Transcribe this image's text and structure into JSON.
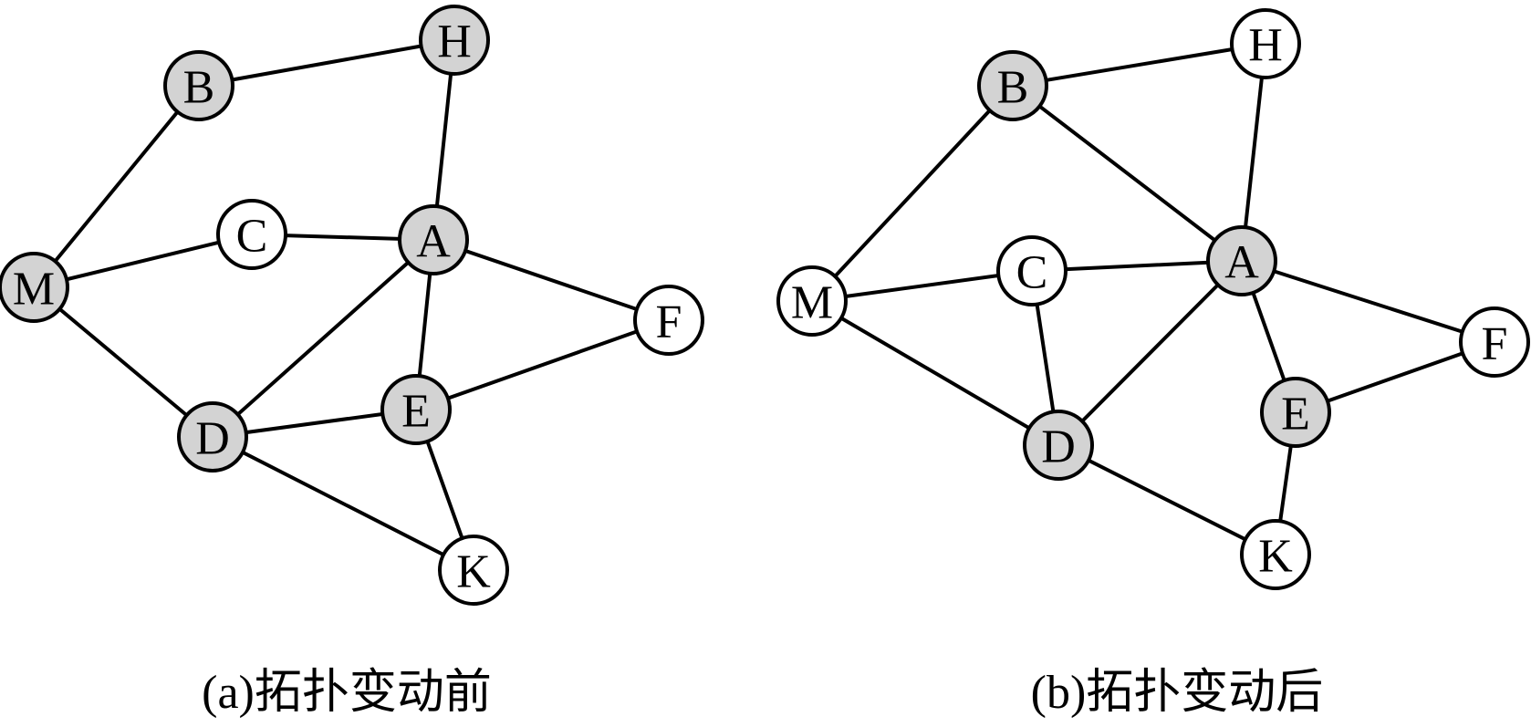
{
  "colors": {
    "highlighted_fill": "#d3d3d3",
    "normal_fill": "#ffffff",
    "stroke": "#000000"
  },
  "diagrams": [
    {
      "id": "a",
      "caption": "(a)拓扑变动前",
      "nodes": [
        {
          "id": "M",
          "label": "M",
          "highlighted": true
        },
        {
          "id": "B",
          "label": "B",
          "highlighted": true
        },
        {
          "id": "H",
          "label": "H",
          "highlighted": true
        },
        {
          "id": "C",
          "label": "C",
          "highlighted": false
        },
        {
          "id": "A",
          "label": "A",
          "highlighted": true
        },
        {
          "id": "F",
          "label": "F",
          "highlighted": false
        },
        {
          "id": "D",
          "label": "D",
          "highlighted": true
        },
        {
          "id": "E",
          "label": "E",
          "highlighted": true
        },
        {
          "id": "K",
          "label": "K",
          "highlighted": false
        }
      ],
      "edges": [
        [
          "B",
          "H"
        ],
        [
          "B",
          "M"
        ],
        [
          "H",
          "A"
        ],
        [
          "M",
          "C"
        ],
        [
          "C",
          "A"
        ],
        [
          "M",
          "D"
        ],
        [
          "A",
          "F"
        ],
        [
          "A",
          "D"
        ],
        [
          "A",
          "E"
        ],
        [
          "D",
          "E"
        ],
        [
          "E",
          "F"
        ],
        [
          "D",
          "K"
        ],
        [
          "E",
          "K"
        ]
      ]
    },
    {
      "id": "b",
      "caption": "(b)拓扑变动后",
      "nodes": [
        {
          "id": "M",
          "label": "M",
          "highlighted": false
        },
        {
          "id": "B",
          "label": "B",
          "highlighted": true
        },
        {
          "id": "H",
          "label": "H",
          "highlighted": false
        },
        {
          "id": "C",
          "label": "C",
          "highlighted": false
        },
        {
          "id": "A",
          "label": "A",
          "highlighted": true
        },
        {
          "id": "F",
          "label": "F",
          "highlighted": false
        },
        {
          "id": "D",
          "label": "D",
          "highlighted": true
        },
        {
          "id": "E",
          "label": "E",
          "highlighted": true
        },
        {
          "id": "K",
          "label": "K",
          "highlighted": false
        }
      ],
      "edges": [
        [
          "B",
          "H"
        ],
        [
          "B",
          "M"
        ],
        [
          "B",
          "A"
        ],
        [
          "H",
          "A"
        ],
        [
          "M",
          "C"
        ],
        [
          "M",
          "D"
        ],
        [
          "C",
          "A"
        ],
        [
          "C",
          "D"
        ],
        [
          "A",
          "D"
        ],
        [
          "A",
          "E"
        ],
        [
          "A",
          "F"
        ],
        [
          "E",
          "F"
        ],
        [
          "E",
          "K"
        ],
        [
          "D",
          "K"
        ]
      ]
    }
  ]
}
